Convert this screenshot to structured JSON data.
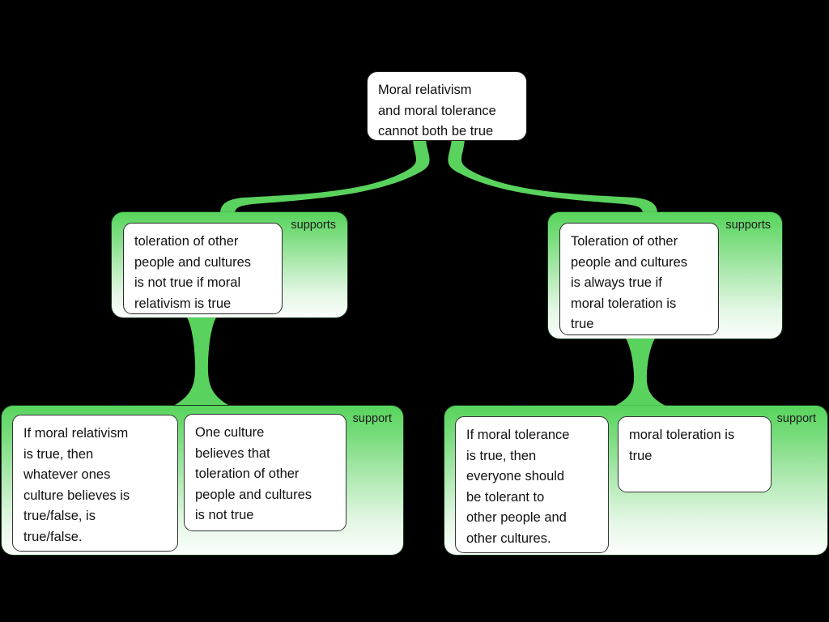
{
  "diagram": {
    "title": "Moral relativism and moral tolerance argument map",
    "background_color": "#000000",
    "accent_color": "#57d45c",
    "card_color": "#ffffff",
    "text_color": "#111111"
  },
  "root": {
    "text": "Moral relativism\nand moral tolerance\ncannot both be true"
  },
  "groups": {
    "left_supports": {
      "label": "supports",
      "card": {
        "text": "toleration of other\npeople and cultures\nis not true if moral\nrelativism is true"
      }
    },
    "right_supports": {
      "label": "supports",
      "card": {
        "text": "Toleration of other\npeople and cultures\nis always true if\nmoral toleration is\ntrue"
      }
    },
    "left_support": {
      "label": "support",
      "cards": [
        {
          "text": "If moral relativism\nis true, then\nwhatever ones\nculture believes is\ntrue/false, is\ntrue/false."
        },
        {
          "text": "One culture\nbelieves that\ntoleration of other\npeople and cultures\nis not true"
        }
      ]
    },
    "right_support": {
      "label": "support",
      "cards": [
        {
          "text": "If moral tolerance\nis true, then\neveryone should\nbe tolerant to\nother people and\nother cultures."
        },
        {
          "text": "moral toleration is\ntrue"
        }
      ]
    }
  }
}
